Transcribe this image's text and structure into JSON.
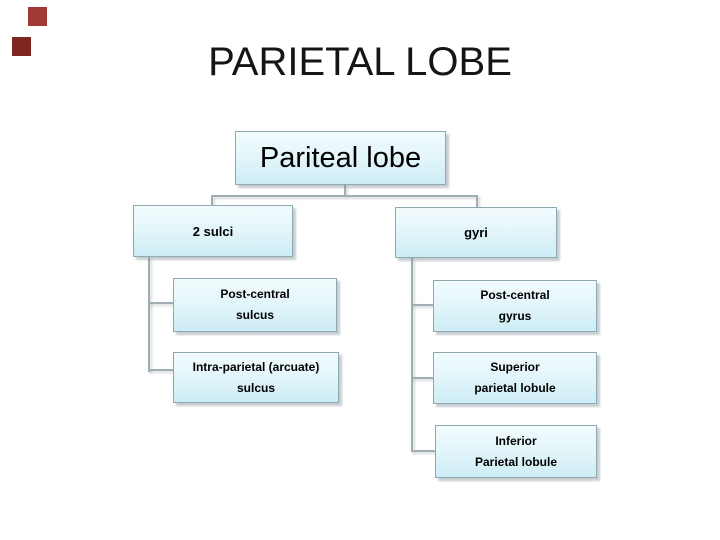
{
  "slide": {
    "title": "PARIETAL LOBE"
  },
  "diagram": {
    "root": {
      "label": "Pariteal lobe"
    },
    "level1": [
      {
        "label": "2 sulci"
      },
      {
        "label": "gyri"
      }
    ],
    "sulci_children": [
      {
        "line1": "Post-central",
        "line2": "sulcus"
      },
      {
        "line1": "Intra-parietal (arcuate)",
        "line2": "sulcus"
      }
    ],
    "gyri_children": [
      {
        "line1": "Post-central",
        "line2": "gyrus"
      },
      {
        "line1": "Superior",
        "line2": "parietal lobule"
      },
      {
        "line1": "Inferior",
        "line2": "Parietal lobule"
      }
    ]
  },
  "colors": {
    "node_fill_top": "#f2fbfd",
    "node_fill_bottom": "#cdecf5",
    "node_border": "#8fa9b0",
    "connector": "#a0aeb4",
    "decor_square_top": "#a03a34",
    "decor_square_bottom": "#7d2622",
    "title_text": "#151515"
  }
}
